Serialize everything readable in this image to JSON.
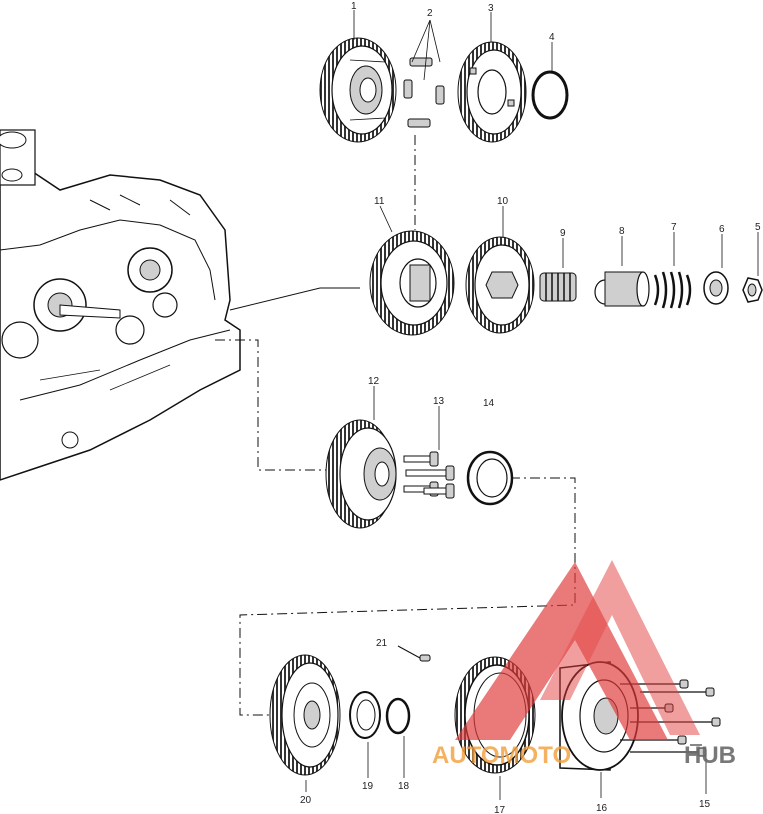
{
  "callouts": {
    "c1": "1",
    "c2": "2",
    "c3": "3",
    "c4": "4",
    "c5": "5",
    "c6": "6",
    "c7": "7",
    "c8": "8",
    "c9": "9",
    "c10": "10",
    "c11": "11",
    "c12": "12",
    "c13": "13",
    "c14": "14",
    "c15": "15",
    "c16": "16",
    "c17": "17",
    "c18": "18",
    "c19": "19",
    "c20": "20",
    "c21": "21"
  },
  "watermark": {
    "text_a": "AUTOMOTO",
    "text_b": "HUB",
    "color_red": "#e03a3a",
    "color_orange": "#f2a03d",
    "color_gray": "#6a6a6a"
  }
}
